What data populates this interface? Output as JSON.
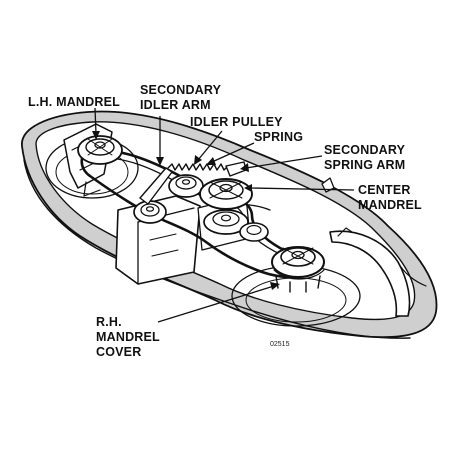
{
  "labels": {
    "lh_mandrel": "L.H. MANDREL",
    "secondary_idler_arm_1": "SECONDARY",
    "secondary_idler_arm_2": "IDLER ARM",
    "idler_pulley": "IDLER PULLEY",
    "spring": "SPRING",
    "secondary_spring_arm_1": "SECONDARY",
    "secondary_spring_arm_2": "SPRING ARM",
    "center_mandrel_1": "CENTER",
    "center_mandrel_2": "MANDREL",
    "rh_mandrel_cover_1": "R.H.",
    "rh_mandrel_cover_2": "MANDREL",
    "rh_mandrel_cover_3": "COVER"
  },
  "drawing_code": "02515"
}
